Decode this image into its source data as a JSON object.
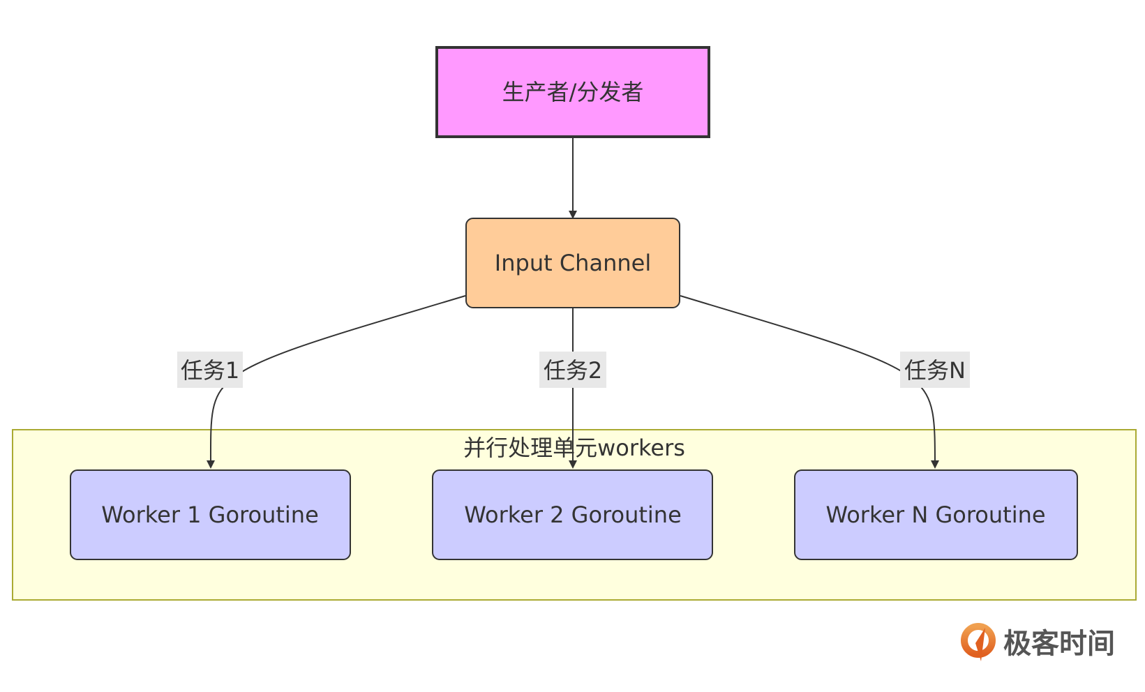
{
  "diagram": {
    "type": "flowchart",
    "nodes": {
      "producer": {
        "label": "生产者/分发者",
        "fill": "#ff99ff",
        "stroke": "#333333"
      },
      "channel": {
        "label": "Input Channel",
        "fill": "#ffcc99",
        "stroke": "#333333"
      },
      "worker1": {
        "label": "Worker 1 Goroutine",
        "fill": "#ccccff",
        "stroke": "#333333"
      },
      "worker2": {
        "label": "Worker 2 Goroutine",
        "fill": "#ccccff",
        "stroke": "#333333"
      },
      "workerN": {
        "label": "Worker N Goroutine",
        "fill": "#ccccff",
        "stroke": "#333333"
      }
    },
    "edges": [
      {
        "from": "producer",
        "to": "channel",
        "label": ""
      },
      {
        "from": "channel",
        "to": "worker1",
        "label": "任务1"
      },
      {
        "from": "channel",
        "to": "worker2",
        "label": "任务2"
      },
      {
        "from": "channel",
        "to": "workerN",
        "label": "任务N"
      }
    ],
    "cluster": {
      "label": "并行处理单元workers",
      "fill": "#ffffde",
      "stroke": "#aaaa33"
    },
    "edge_label_bg": "#e8e8e8",
    "edge_color": "#333333"
  },
  "watermark": {
    "text": "极客时间",
    "brand_color": "#e8742a"
  }
}
